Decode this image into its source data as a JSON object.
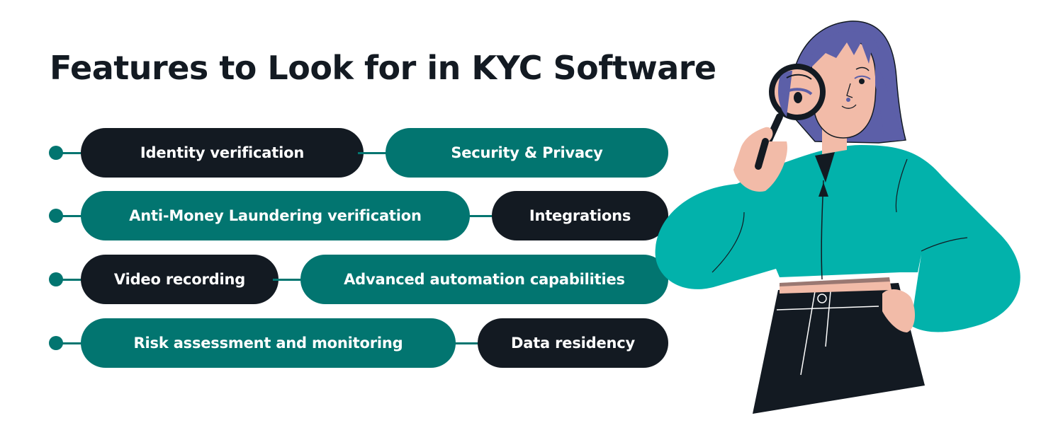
{
  "title": "Features to Look for in KYC Software",
  "colors": {
    "dark": "#131a22",
    "teal": "#027570",
    "illustration_teal": "#02b2ab",
    "hair": "#5c5fa8",
    "skin": "#f2bba8"
  },
  "rows": [
    {
      "left": {
        "label": "Identity verification",
        "style": "dark"
      },
      "right": {
        "label": "Security & Privacy",
        "style": "teal"
      }
    },
    {
      "left": {
        "label": "Anti-Money Laundering verification",
        "style": "teal"
      },
      "right": {
        "label": "Integrations",
        "style": "dark"
      }
    },
    {
      "left": {
        "label": "Video recording",
        "style": "dark"
      },
      "right": {
        "label": "Advanced automation capabilities",
        "style": "teal"
      }
    },
    {
      "left": {
        "label": "Risk assessment and monitoring",
        "style": "teal"
      },
      "right": {
        "label": "Data residency",
        "style": "dark"
      }
    }
  ],
  "illustration": {
    "icon": "woman-with-magnifying-glass-icon"
  }
}
